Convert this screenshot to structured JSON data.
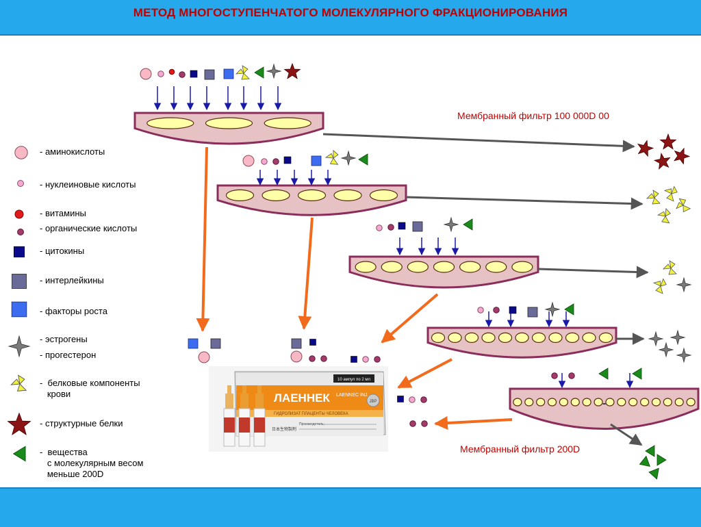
{
  "title": "МЕТОД  МНОГОСТУПЕНЧАТОГО МОЛЕКУЛЯРНОГО ФРАКЦИОНИРОВАНИЯ",
  "filters": {
    "top_label": "Мембранный фильтр 100 000D 00",
    "bottom_label": "Мембранный фильтр 200D",
    "minus_sign": "-"
  },
  "legend": [
    {
      "icon": "amino-acid",
      "lines": [
        "-  аминокислоты"
      ]
    },
    {
      "icon": "nucleic-acid",
      "lines": [
        "- нуклеиновые кислоты"
      ]
    },
    {
      "icon": "vitamin",
      "lines": [
        "-  витамины"
      ]
    },
    {
      "icon": "organic-acid",
      "lines": [
        "-  органические кислоты"
      ]
    },
    {
      "icon": "cytokine",
      "lines": [
        "-  цитокины"
      ]
    },
    {
      "icon": "interleukin",
      "lines": [
        "- интерлейкины"
      ]
    },
    {
      "icon": "growth-factor",
      "lines": [
        "- факторы роста"
      ]
    },
    {
      "icon": "hormone",
      "lines": [
        "- эстрогены",
        "- прогестерон"
      ]
    },
    {
      "icon": "blood-protein",
      "lines": [
        "-  белковые компоненты",
        "   крови"
      ]
    },
    {
      "icon": "structural-protein",
      "lines": [
        "- структурные белки"
      ]
    },
    {
      "icon": "low-mw",
      "lines": [
        "-  вещества",
        "   с молекулярным весом",
        "   меньше 200D"
      ]
    }
  ],
  "product": {
    "box_top_text": "10 ампул по 2 мл",
    "brand_ru": "ЛАЕННЕК",
    "brand_en": "LAENNEC INJ.",
    "subtitle": "ГИДРОЛИЗАТ ПЛАЦЕНТЫ ЧЕЛОВЕКА",
    "manufacturer_label": "Производитель:",
    "jp_text": "日本生物製剤",
    "badge": "JBP"
  },
  "colors": {
    "header": "#25a9ec",
    "title": "#c00000",
    "membrane_fill": "#e7c2c4",
    "membrane_border": "#8b2d5c",
    "pore_fill": "#ffffa8",
    "blue_arrow": "#1a1aa8",
    "orange_arrow": "#f26a1b",
    "gray_arrow": "#555555"
  }
}
